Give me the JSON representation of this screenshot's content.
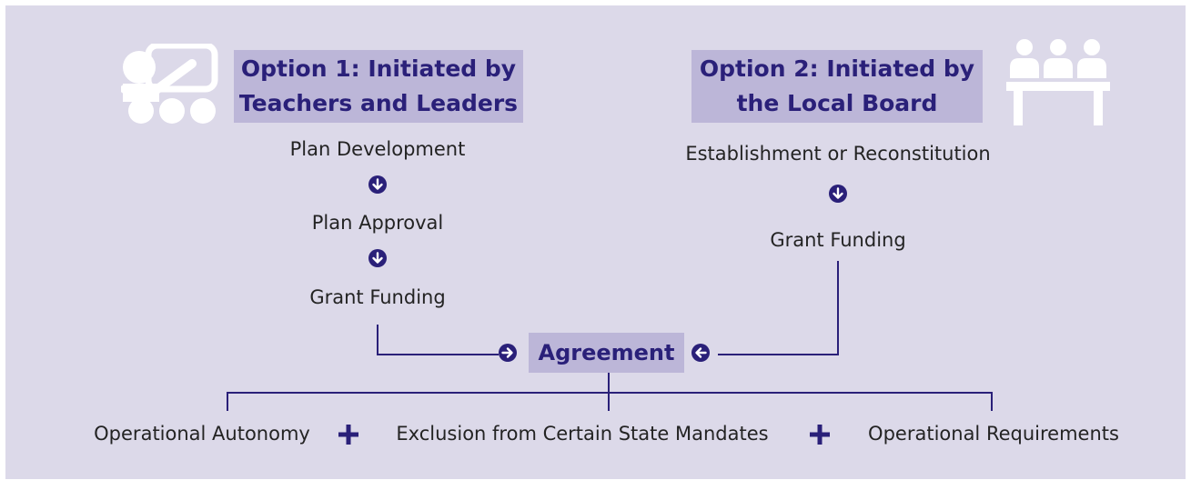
{
  "option1": {
    "title_line1": "Option 1: Initiated by",
    "title_line2": "Teachers and Leaders",
    "icon": "teacher-presentation-icon",
    "steps": [
      "Plan Development",
      "Plan Approval",
      "Grant Funding"
    ]
  },
  "option2": {
    "title_line1": "Option 2: Initiated by",
    "title_line2": "the Local Board",
    "icon": "board-members-icon",
    "steps": [
      "Establishment or Reconstitution",
      "Grant Funding"
    ]
  },
  "agreement": {
    "label": "Agreement"
  },
  "outcomes": [
    "Operational Autonomy",
    "Exclusion from Certain State Mandates",
    "Operational Requirements"
  ],
  "colors": {
    "panel": "#dcd9e9",
    "box": "#bcb6d8",
    "accent": "#2a2079",
    "icon": "#ffffff",
    "text": "#232323"
  }
}
